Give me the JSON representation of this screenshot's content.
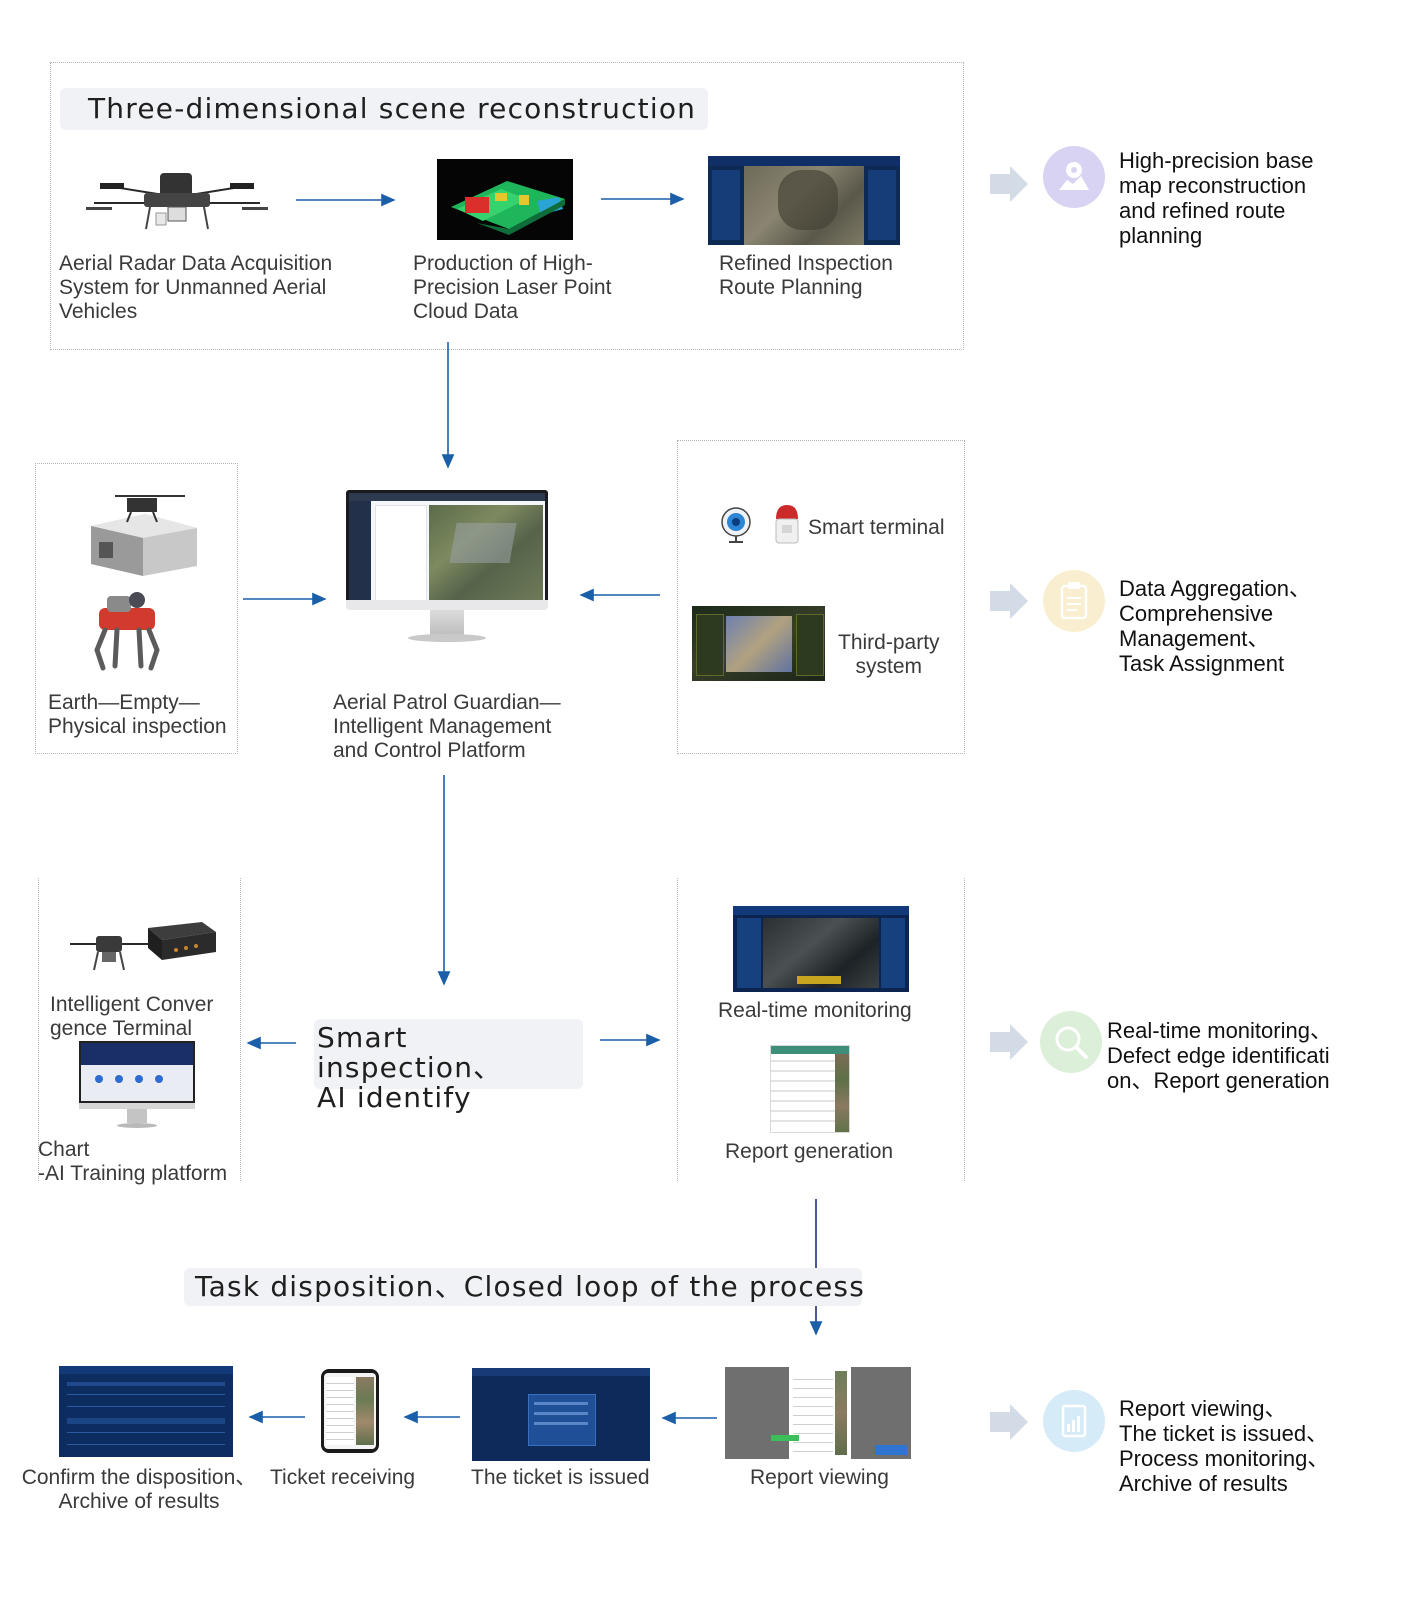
{
  "colors": {
    "arrow": "#1a5fa8",
    "side_arrow": "#d3dbe6",
    "pill_bg": "#f1f2f6",
    "icon_purple": "#d9d3f3",
    "icon_yellow": "#f9efd0",
    "icon_green": "#dcefd8",
    "icon_blue": "#d6ebf8"
  },
  "stage1": {
    "title": "Three-dimensional scene reconstruction",
    "items": [
      {
        "label": "Aerial Radar Data Acquisition\nSystem for Unmanned Aerial\n Vehicles",
        "icon": "drone-icon"
      },
      {
        "label": "Production of High-\nPrecision Laser Point\nCloud Data",
        "icon": "point-cloud-image"
      },
      {
        "label": "Refined Inspection\nRoute Planning",
        "icon": "route-planning-screen"
      }
    ],
    "summary": "High-precision base\nmap reconstruction\nand refined route\nplanning",
    "summary_icon": "map-icon"
  },
  "stage2": {
    "left_label": "Earth—Empty—\nPhysical inspection",
    "center_label": "Aerial Patrol Guardian—\nIntelligent Management\nand Control Platform",
    "smart_terminal": "Smart terminal",
    "third_party": "Third-party\nsystem",
    "summary": "Data Aggregation、\nComprehensive\nManagement、\n Task Assignment",
    "summary_icon": "clipboard-icon"
  },
  "stage3": {
    "left_top_label": "Intelligent Conver\ngence Terminal",
    "left_bottom_label": "Chart\n-AI Training platform",
    "title": "Smart inspection、\nAI identify",
    "monitor_label": "Real-time monitoring",
    "report_label": "Report generation",
    "summary": "Real-time monitoring、\nDefect edge identificati\non、Report generation",
    "summary_icon": "magnifier-icon"
  },
  "stage4": {
    "title": "Task disposition、Closed loop of the process",
    "steps": [
      {
        "label": "Confirm the disposition、\nArchive of results"
      },
      {
        "label": "Ticket receiving"
      },
      {
        "label": "The ticket is issued"
      },
      {
        "label": "Report viewing"
      }
    ],
    "summary": "Report viewing、\nThe ticket is issued、\nProcess monitoring、\nArchive of results",
    "summary_icon": "document-chart-icon"
  }
}
